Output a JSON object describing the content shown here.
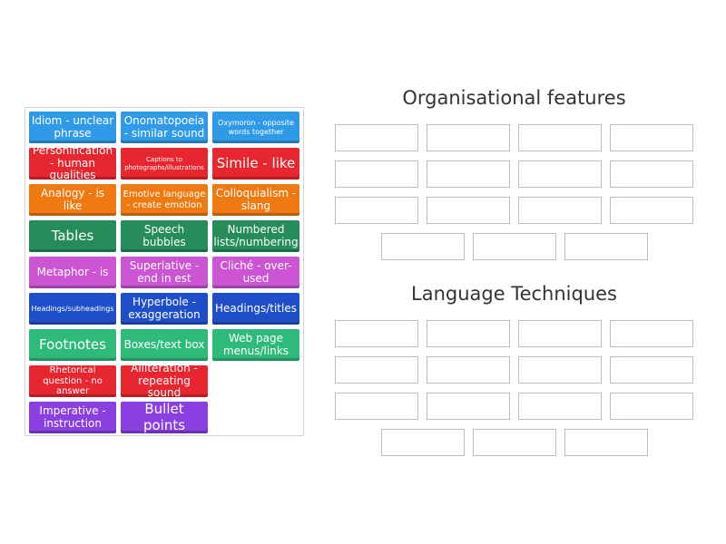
{
  "colors": {
    "blue": "#2f9be8",
    "green": "#258c5a",
    "red": "#e7262f",
    "orange": "#f07a12",
    "magenta": "#cc55d4",
    "navy": "#1f4fc8",
    "teal": "#2ebb7a",
    "purple": "#8a3fe0",
    "slot_border": "#bdbdbd",
    "bank_border": "#d4d4d4"
  },
  "bank": {
    "columns": [
      [
        {
          "label": "Idiom - unclear phrase",
          "color": "blue",
          "size": "m"
        },
        {
          "label": "Personification - human qualities",
          "color": "red",
          "size": "m"
        },
        {
          "label": "Analogy - is like",
          "color": "orange",
          "size": "m"
        },
        {
          "label": "Tables",
          "color": "green",
          "size": "l"
        },
        {
          "label": "Metaphor - is",
          "color": "magenta",
          "size": "m"
        },
        {
          "label": "Headings/subheadings",
          "color": "navy",
          "size": "xs"
        },
        {
          "label": "Footnotes",
          "color": "teal",
          "size": "l"
        },
        {
          "label": "Rhetorical question - no answer",
          "color": "red",
          "size": "s"
        },
        {
          "label": "Imperative - instruction",
          "color": "purple",
          "size": "m"
        }
      ],
      [
        {
          "label": "Onomatopoeia - similar sound",
          "color": "blue",
          "size": "m"
        },
        {
          "label": "Captions to photographs/illustrations",
          "color": "red",
          "size": "xxs"
        },
        {
          "label": "Emotive language - create emotion",
          "color": "orange",
          "size": "s"
        },
        {
          "label": "Speech bubbles",
          "color": "green",
          "size": "m"
        },
        {
          "label": "Superlative - end in est",
          "color": "magenta",
          "size": "m"
        },
        {
          "label": "Hyperbole - exaggeration",
          "color": "navy",
          "size": "m"
        },
        {
          "label": "Boxes/text box",
          "color": "teal",
          "size": "m"
        },
        {
          "label": "Alliteration - repeating sound",
          "color": "red",
          "size": "m"
        },
        {
          "label": "Bullet points",
          "color": "purple",
          "size": "l"
        }
      ],
      [
        {
          "label": "Oxymoron - opposite words together",
          "color": "blue",
          "size": "xs"
        },
        {
          "label": "Simile - like",
          "color": "red",
          "size": "l"
        },
        {
          "label": "Colloquialism - slang",
          "color": "orange",
          "size": "m"
        },
        {
          "label": "Numbered lists/numbering",
          "color": "green",
          "size": "m"
        },
        {
          "label": "Cliché - over-used",
          "color": "magenta",
          "size": "m"
        },
        {
          "label": "Headings/titles",
          "color": "navy",
          "size": "m"
        },
        {
          "label": "Web page menus/links",
          "color": "teal",
          "size": "m"
        }
      ]
    ]
  },
  "groups": [
    {
      "title": "Organisational features",
      "slot_rows": [
        4,
        4,
        4,
        3
      ]
    },
    {
      "title": "Language Techniques",
      "slot_rows": [
        4,
        4,
        4,
        3
      ]
    }
  ]
}
